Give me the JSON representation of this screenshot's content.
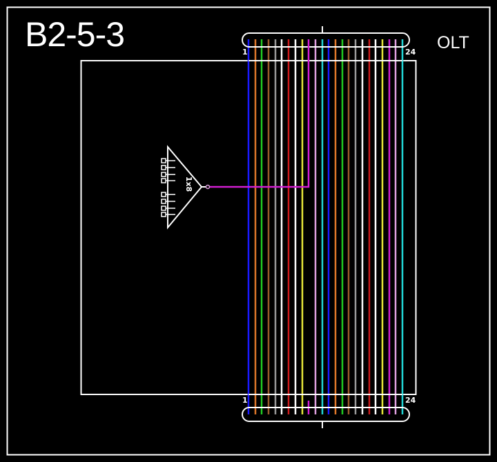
{
  "diagram": {
    "title": "B2-5-3",
    "device_label": "OLT",
    "splitter": {
      "label": "1x8",
      "outputs": 8
    },
    "cable_top": {
      "start_label": "1",
      "end_label": "24"
    },
    "cable_bottom": {
      "start_label": "1",
      "end_label": "24"
    },
    "fibers": [
      {
        "n": 1,
        "color": "#1a1aff"
      },
      {
        "n": 2,
        "color": "#e0782a"
      },
      {
        "n": 3,
        "color": "#22cc22"
      },
      {
        "n": 4,
        "color": "#9a5a2a"
      },
      {
        "n": 5,
        "color": "#9a9a9a"
      },
      {
        "n": 6,
        "color": "#ffffff"
      },
      {
        "n": 7,
        "color": "#cc1a1a"
      },
      {
        "n": 8,
        "color": "#ffffff"
      },
      {
        "n": 9,
        "color": "#e8e83a"
      },
      {
        "n": 10,
        "color": "#d21ed2"
      },
      {
        "n": 11,
        "color": "#e0a0e0"
      },
      {
        "n": 12,
        "color": "#22d8d8"
      },
      {
        "n": 13,
        "color": "#1a1aff"
      },
      {
        "n": 14,
        "color": "#e0782a"
      },
      {
        "n": 15,
        "color": "#22cc22"
      },
      {
        "n": 16,
        "color": "#9a5a2a"
      },
      {
        "n": 17,
        "color": "#9a9a9a"
      },
      {
        "n": 18,
        "color": "#ffffff"
      },
      {
        "n": 19,
        "color": "#cc1a1a"
      },
      {
        "n": 20,
        "color": "#ffffff"
      },
      {
        "n": 21,
        "color": "#e8e83a"
      },
      {
        "n": 22,
        "color": "#d21ed2"
      },
      {
        "n": 23,
        "color": "#e0a0e0"
      },
      {
        "n": 24,
        "color": "#22d8d8"
      }
    ],
    "connection": {
      "fiber": 10,
      "to": "splitter-input",
      "color": "#d21ed2"
    }
  }
}
